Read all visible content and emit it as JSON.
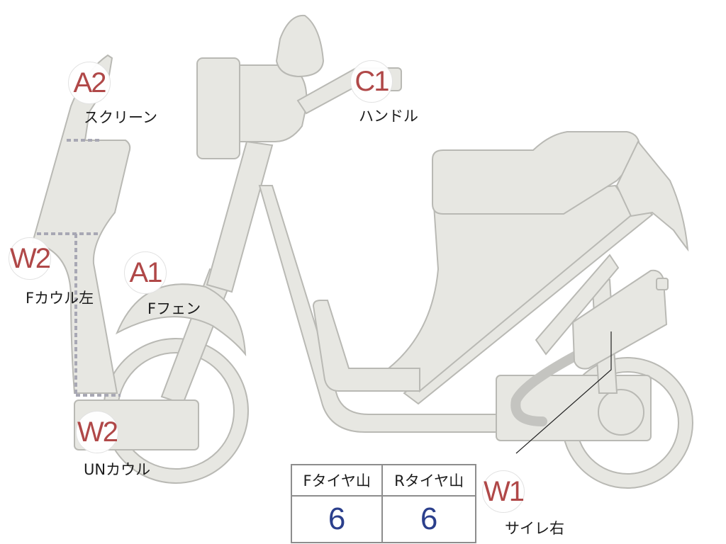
{
  "markers": {
    "a2": {
      "code": "A2",
      "label": "スクリーン"
    },
    "c1": {
      "code": "C1",
      "label": "ハンドル"
    },
    "w2_left": {
      "code": "W2",
      "label": "Fカウル左"
    },
    "a1": {
      "code": "A1",
      "label": "Fフェン"
    },
    "w2_under": {
      "code": "W2",
      "label": "UNカウル"
    },
    "w1": {
      "code": "W1",
      "label": "サイレ右"
    }
  },
  "tread_table": {
    "headers": [
      "Fタイヤ山",
      "Rタイヤ山"
    ],
    "values": [
      "6",
      "6"
    ]
  },
  "colors": {
    "body_fill": "#e7e7e2",
    "outline": "#b9b9b4",
    "marker_code": "#b04848",
    "table_value": "#2b3f8c"
  }
}
